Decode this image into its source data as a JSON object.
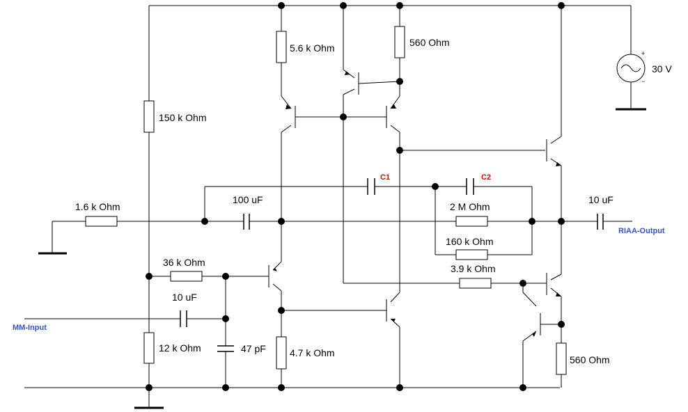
{
  "labels": {
    "r_5k6": "5.6 k Ohm",
    "r_560_top": "560  Ohm",
    "r_150k": "150 k Ohm",
    "r_1k6": "1.6 k Ohm",
    "c_100u": "100 uF",
    "c1": "C1",
    "c2": "C2",
    "r_2M": "2 M Ohm",
    "c_10u_out": "10 uF",
    "riaa_output": "RIAA-Output",
    "r_160k": "160 k Ohm",
    "r_36k": "36 k Ohm",
    "r_3k9": "3.9 k Ohm",
    "c_10u_in": "10 uF",
    "mm_input": "MM-Input",
    "r_12k": "12 k Ohm",
    "c_47p": "47 pF",
    "r_4k7": "4.7 k Ohm",
    "r_560_bottom": "560  Ohm",
    "v_30": "30 V",
    "plus": "+",
    "minus": "−"
  },
  "colors": {
    "capacitor_label": "#e00000",
    "io_label": "#3355bb"
  }
}
